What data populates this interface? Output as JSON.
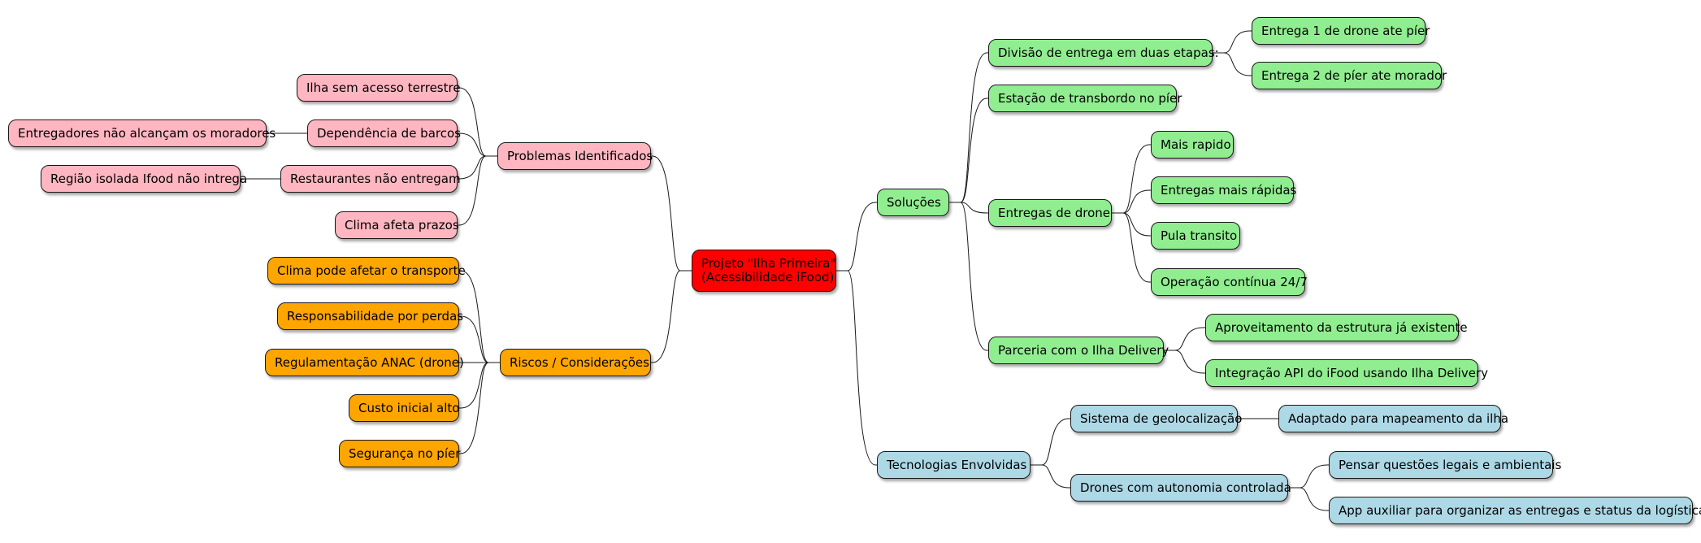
{
  "root": {
    "line1": "Projeto \"Ilha Primeira\"",
    "line2": "(Acessibilidade iFood)"
  },
  "left": {
    "problemas": {
      "label": "Problemas Identificados",
      "items": [
        {
          "label": "Ilha sem acesso terrestre"
        },
        {
          "label": "Dependência de barcos",
          "child": "Entregadores não alcançam os moradores"
        },
        {
          "label": "Restaurantes não entregam",
          "child": "Região isolada Ifood não intrega"
        },
        {
          "label": "Clima afeta prazos"
        }
      ]
    },
    "riscos": {
      "label": "Riscos / Considerações",
      "items": [
        "Clima pode afetar o transporte",
        "Responsabilidade por perdas",
        "Regulamentação ANAC (drone)",
        "Custo inicial alto",
        "Segurança no píer"
      ]
    }
  },
  "right": {
    "solucoes": {
      "label": "Soluções",
      "divisao": {
        "label": "Divisão de entrega em duas etapas:",
        "children": [
          "Entrega 1 de drone ate píer",
          "Entrega 2 de píer ate morador"
        ]
      },
      "estacao": {
        "label": "Estação de transbordo no píer"
      },
      "drone": {
        "label": "Entregas de drone",
        "children": [
          "Mais rapido",
          "Entregas mais rápidas",
          "Pula transito",
          "Operação contínua 24/7"
        ]
      },
      "parceria": {
        "label": "Parceria com o Ilha Delivery",
        "children": [
          "Aproveitamento da estrutura já existente",
          "Integração API do iFood usando Ilha Delivery"
        ]
      }
    },
    "tecnologias": {
      "label": "Tecnologias Envolvidas",
      "geo": {
        "label": "Sistema de geolocalização",
        "child": "Adaptado para mapeamento da ilha"
      },
      "drones": {
        "label": "Drones com autonomia controlada",
        "children": [
          "Pensar questões legais e ambientais",
          "App auxiliar para organizar as entregas e status da logística."
        ]
      }
    }
  },
  "colors": {
    "root": "#ff0000",
    "problemas": "#ffb6c1",
    "riscos": "#ffa500",
    "solucoes": "#90ee90",
    "tecnologias": "#add8e6"
  }
}
